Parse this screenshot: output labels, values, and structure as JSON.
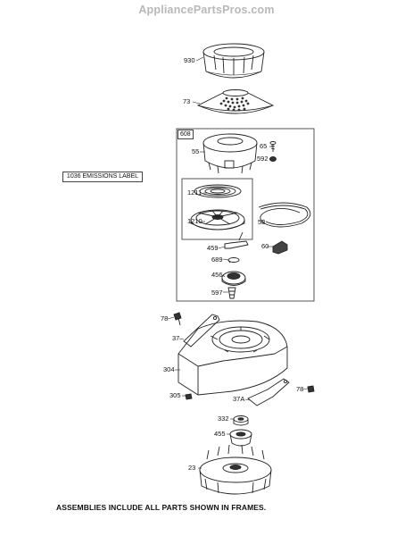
{
  "watermark": "AppliancePartsPros.com",
  "frame_labels": {
    "outer": "608"
  },
  "emissions_label": "1036 EMISSIONS LABEL",
  "footnote": "ASSEMBLIES INCLUDE ALL PARTS SHOWN IN FRAMES.",
  "part_numbers": {
    "p930": "930",
    "p73": "73",
    "p55": "55",
    "p65": "65",
    "p592": "592",
    "p1211": "1211",
    "p1210": "1210",
    "p58": "58",
    "p459": "459",
    "p60": "60",
    "p689": "689",
    "p456": "456",
    "p597": "597",
    "p78a": "78",
    "p37": "37",
    "p304": "304",
    "p37a": "37A",
    "p78b": "78",
    "p305": "305",
    "p332": "332",
    "p455": "455",
    "p23": "23"
  }
}
